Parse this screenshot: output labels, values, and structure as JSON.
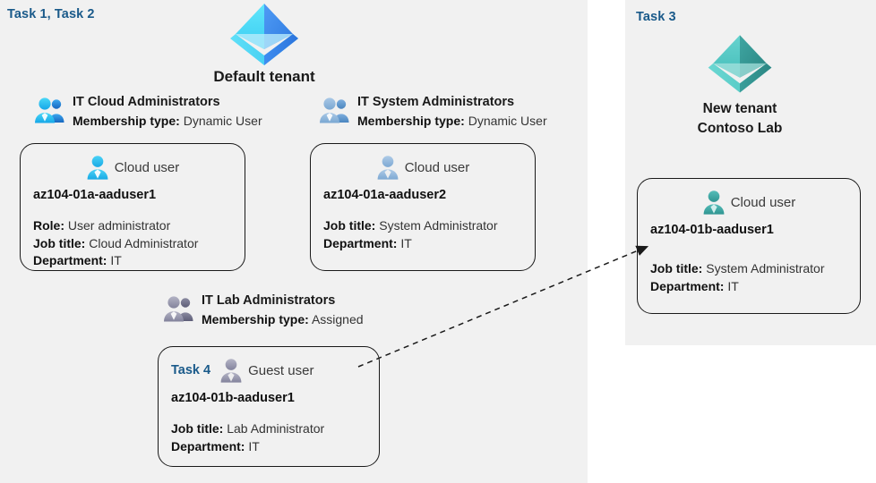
{
  "colors": {
    "panel_bg": "#f1f1f1",
    "page_bg": "#ffffff",
    "task_label": "#1a5a8a",
    "card_border": "#1a1a1a",
    "tenant_default_left": "#4fd8f5",
    "tenant_default_right": "#3f8ef0",
    "tenant_new_left": "#54c8c2",
    "tenant_new_right": "#2f8f8c",
    "user_cloud_vivid": "#30bdf0",
    "user_cloud_muted": "#9dbedf",
    "user_guest_gray": "#9a9aae",
    "user_cloud_teal": "#3aa9a6",
    "connector": "#1a1a1a"
  },
  "left_panel": {
    "task_label": "Task 1, Task 2",
    "tenant": {
      "icon": "azure-tenant-icon",
      "name": "Default tenant"
    },
    "groups": [
      {
        "id": "cloud-admins",
        "icon": "group-users-icon",
        "name": "IT Cloud Administrators",
        "meta_label": "Membership type:",
        "meta_value": "Dynamic User"
      },
      {
        "id": "system-admins",
        "icon": "group-users-icon",
        "name": "IT System Administrators",
        "meta_label": "Membership type:",
        "meta_value": "Dynamic User"
      },
      {
        "id": "lab-admins",
        "icon": "group-users-icon",
        "name": "IT Lab Administrators",
        "meta_label": "Membership type:",
        "meta_value": "Assigned"
      }
    ],
    "cards": [
      {
        "id": "aaduser1",
        "inline_task": "",
        "user_icon": "cloud-user-icon",
        "user_type": "Cloud user",
        "upn": "az104-01a-aaduser1",
        "attrs": [
          {
            "label": "Role:",
            "value": "User administrator"
          },
          {
            "label": "Job title:",
            "value": "Cloud Administrator"
          },
          {
            "label": "Department:",
            "value": "IT"
          }
        ]
      },
      {
        "id": "aaduser2",
        "inline_task": "",
        "user_icon": "cloud-user-icon",
        "user_type": "Cloud user",
        "upn": "az104-01a-aaduser2",
        "attrs": [
          {
            "label": "Job title:",
            "value": "System Administrator"
          },
          {
            "label": "Department:",
            "value": "IT"
          }
        ]
      },
      {
        "id": "guest",
        "inline_task": "Task 4",
        "user_icon": "guest-user-icon",
        "user_type": "Guest user",
        "upn": "az104-01b-aaduser1",
        "attrs": [
          {
            "label": "Job title:",
            "value": "Lab Administrator"
          },
          {
            "label": "Department:",
            "value": "IT"
          }
        ]
      }
    ]
  },
  "right_panel": {
    "task_label": "Task 3",
    "tenant": {
      "icon": "azure-tenant-icon",
      "name_line1": "New  tenant",
      "name_line2": "Contoso Lab"
    },
    "card": {
      "id": "aaduser1b",
      "user_icon": "cloud-user-icon",
      "user_type": "Cloud user",
      "upn": "az104-01b-aaduser1",
      "attrs": [
        {
          "label": "Job title:",
          "value": "System Administrator"
        },
        {
          "label": "Department:",
          "value": "IT"
        }
      ]
    }
  },
  "connector": {
    "style": "dashed-arrow",
    "from": "guest-user-card",
    "to": "new-tenant-cloud-user-card"
  }
}
